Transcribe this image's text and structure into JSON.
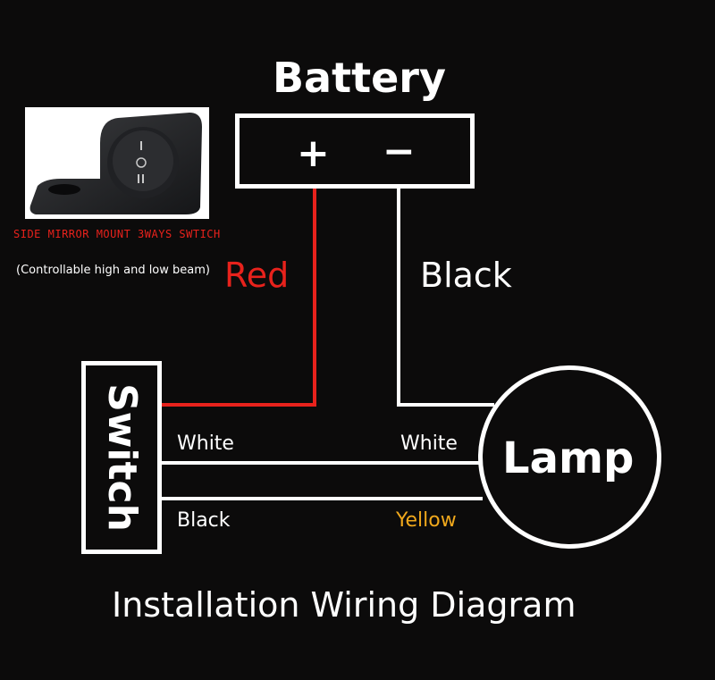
{
  "battery": {
    "title": "Battery",
    "positive": "+",
    "negative": "−"
  },
  "switch": {
    "label": "Switch",
    "description": "SIDE MIRROR MOUNT 3WAYS SWTICH",
    "note": "(Controllable high and low beam)"
  },
  "lamp": {
    "label": "Lamp"
  },
  "wires": {
    "red": "Red",
    "black_battery": "Black",
    "white_switch": "White",
    "white_lamp": "White",
    "black_switch": "Black",
    "yellow_lamp": "Yellow"
  },
  "footer": {
    "title": "Installation Wiring Diagram"
  },
  "colors": {
    "background": "#0c0b0b",
    "red_wire": "#e8221c",
    "yellow_label": "#f0a81c",
    "line": "#ffffff"
  }
}
